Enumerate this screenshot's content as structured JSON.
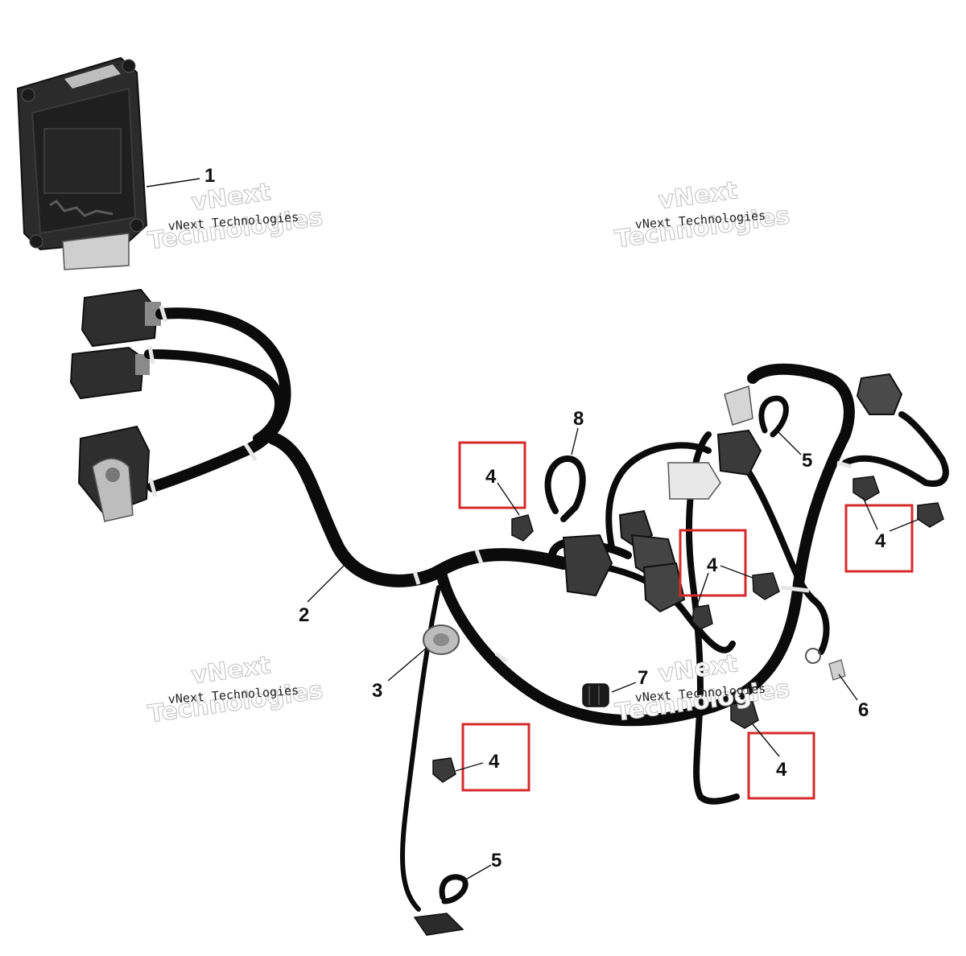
{
  "colors": {
    "highlight": "#d62a2a",
    "wire": "#0b0b0b",
    "part_dark": "#2b2b2b",
    "part_light": "#e8e8e8"
  },
  "watermarks": [
    {
      "text": "vNext Technologies",
      "big_word_1": "vNext",
      "big_word_2": "Technologies"
    },
    {
      "text": "vNext Technologies",
      "big_word_1": "vNext",
      "big_word_2": "Technologies"
    },
    {
      "text": "vNext Technologies",
      "big_word_1": "vNext",
      "big_word_2": "Technologies"
    },
    {
      "text": "vNext Technologies",
      "big_word_1": "vNext",
      "big_word_2": "Technologies"
    }
  ],
  "callouts": {
    "c1": "1",
    "c2": "2",
    "c3": "3",
    "c4a": "4",
    "c4b": "4",
    "c4c": "4",
    "c4d": "4",
    "c4e": "4",
    "c5a": "5",
    "c5b": "5",
    "c6": "6",
    "c7": "7",
    "c8": "8"
  }
}
